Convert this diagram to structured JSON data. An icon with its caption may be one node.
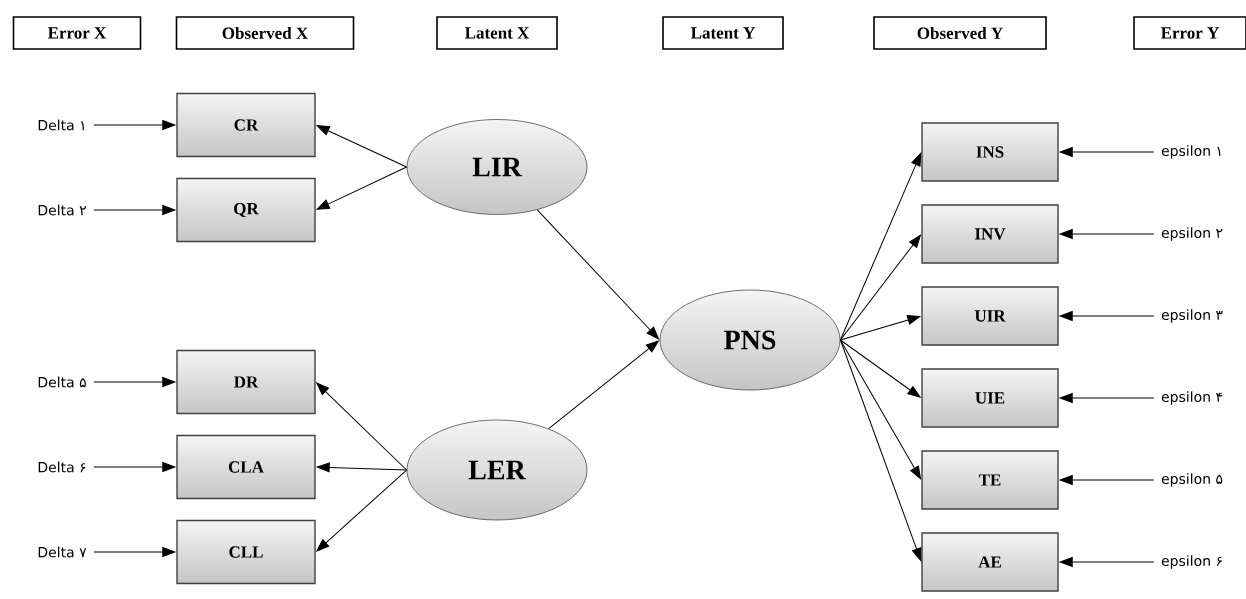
{
  "diagram": {
    "nodes": [
      {
        "text": [
          "Error X"
        ]
      },
      {
        "text": [
          "Observed X"
        ]
      },
      {
        "text": [
          "Latent X"
        ]
      },
      {
        "text": [
          "Latent Y"
        ]
      },
      {
        "text": [
          "Observed Y"
        ]
      },
      {
        "text": [
          "Error Y"
        ]
      },
      {
        "text": [
          "Delta ۱"
        ]
      },
      {
        "text": [
          "Delta ۲"
        ]
      },
      {
        "text": [
          "Delta ۵"
        ]
      },
      {
        "text": [
          "Delta ۶"
        ]
      },
      {
        "text": [
          "Delta ۷"
        ]
      },
      {
        "text": [
          "CR"
        ]
      },
      {
        "text": [
          "QR"
        ]
      },
      {
        "text": [
          "DR"
        ]
      },
      {
        "text": [
          "CLA"
        ]
      },
      {
        "text": [
          "CLL"
        ]
      },
      {
        "text": [
          "LIR"
        ]
      },
      {
        "text": [
          "LER"
        ]
      },
      {
        "text": [
          "PNS"
        ]
      },
      {
        "text": [
          "INS"
        ]
      },
      {
        "text": [
          "INV"
        ]
      },
      {
        "text": [
          "UIR"
        ]
      },
      {
        "text": [
          "UIE"
        ]
      },
      {
        "text": [
          "TE"
        ]
      },
      {
        "text": [
          "AE"
        ]
      },
      {
        "text": [
          "epsilon ۱"
        ]
      },
      {
        "text": [
          "epsilon ۲"
        ]
      },
      {
        "text": [
          "epsilon ۳"
        ]
      },
      {
        "text": [
          "epsilon ۴"
        ]
      },
      {
        "text": [
          "epsilon ۵"
        ]
      },
      {
        "text": [
          "epsilon ۶"
        ]
      }
    ],
    "edges": [
      {
        "from": 6,
        "to": 11,
        "arrow": "to"
      },
      {
        "from": 7,
        "to": 12,
        "arrow": "to"
      },
      {
        "from": 8,
        "to": 13,
        "arrow": "to"
      },
      {
        "from": 9,
        "to": 14,
        "arrow": "to"
      },
      {
        "from": 10,
        "to": 15,
        "arrow": "to"
      },
      {
        "from": 16,
        "to": 11,
        "arrow": "to"
      },
      {
        "from": 16,
        "to": 12,
        "arrow": "to"
      },
      {
        "from": 17,
        "to": 13,
        "arrow": "to"
      },
      {
        "from": 17,
        "to": 14,
        "arrow": "to"
      },
      {
        "from": 17,
        "to": 15,
        "arrow": "to"
      },
      {
        "from": 16,
        "to": 18,
        "arrow": "to"
      },
      {
        "from": 17,
        "to": 18,
        "arrow": "to"
      },
      {
        "from": 18,
        "to": 19,
        "arrow": "to"
      },
      {
        "from": 18,
        "to": 20,
        "arrow": "to"
      },
      {
        "from": 18,
        "to": 21,
        "arrow": "to"
      },
      {
        "from": 18,
        "to": 22,
        "arrow": "to"
      },
      {
        "from": 18,
        "to": 23,
        "arrow": "to"
      },
      {
        "from": 18,
        "to": 24,
        "arrow": "to"
      },
      {
        "from": 25,
        "to": 19,
        "arrow": "to"
      },
      {
        "from": 26,
        "to": 20,
        "arrow": "to"
      },
      {
        "from": 27,
        "to": 21,
        "arrow": "to"
      },
      {
        "from": 28,
        "to": 22,
        "arrow": "to"
      },
      {
        "from": 29,
        "to": 23,
        "arrow": "to"
      },
      {
        "from": 30,
        "to": 24,
        "arrow": "to"
      }
    ]
  }
}
